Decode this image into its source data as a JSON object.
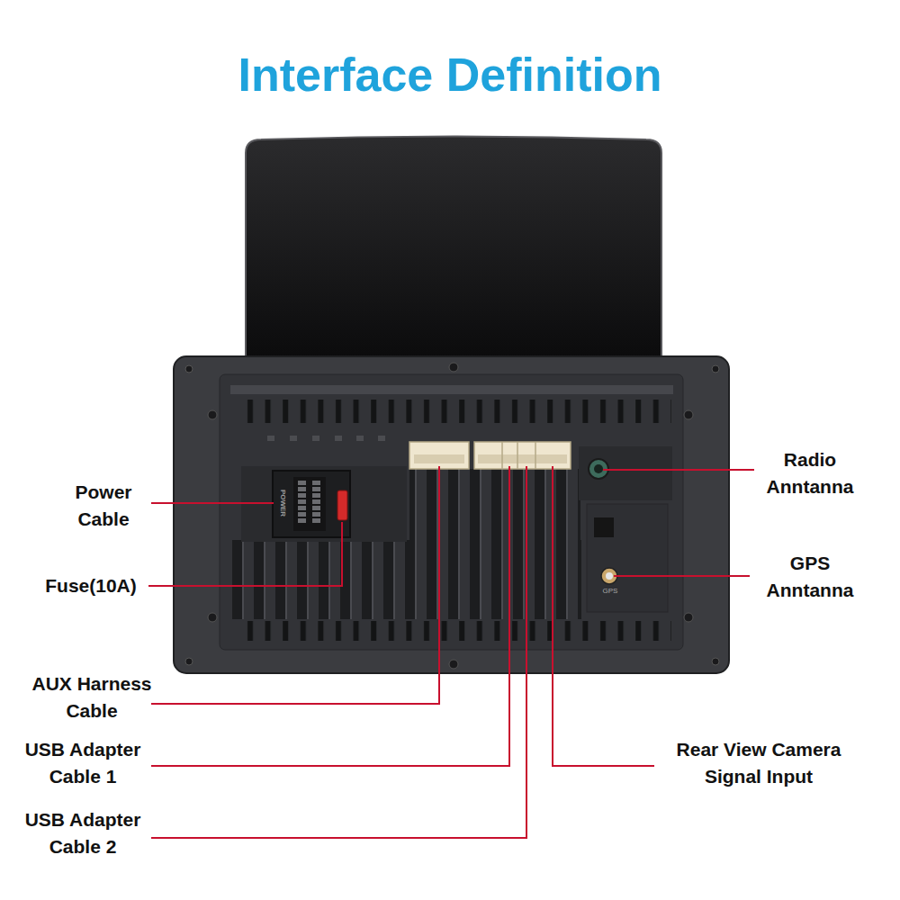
{
  "diagram": {
    "title": "Interface Definition",
    "labels": [
      "Radio Anntanna",
      "Power Cable",
      "POWER",
      "GPS Anntanna",
      "Fuse(10A)",
      "GPS",
      "AUX Harness Cable",
      "USB Adapter Cable 1",
      "Rear View Camera Signal Input",
      "USB Adapter Cable 2"
    ]
  }
}
